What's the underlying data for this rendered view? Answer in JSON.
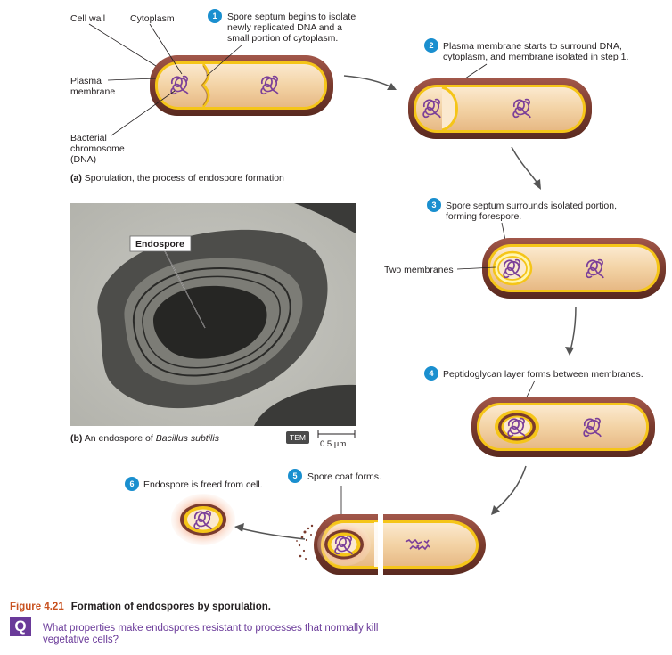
{
  "labels": {
    "cell_wall": "Cell wall",
    "cytoplasm": "Cytoplasm",
    "plasma_membrane_1": "Plasma",
    "plasma_membrane_2": "membrane",
    "chromosome_1": "Bacterial",
    "chromosome_2": "chromosome",
    "chromosome_3": "(DNA)",
    "two_membranes": "Two membranes",
    "endospore": "Endospore"
  },
  "steps": [
    {
      "number": "1",
      "lines": [
        "Spore septum begins to isolate",
        "newly replicated DNA and a",
        "small portion of cytoplasm."
      ]
    },
    {
      "number": "2",
      "lines": [
        "Plasma membrane starts to surround DNA,",
        "cytoplasm, and membrane isolated in step 1."
      ]
    },
    {
      "number": "3",
      "lines": [
        "Spore septum surrounds isolated portion,",
        "forming forespore."
      ]
    },
    {
      "number": "4",
      "lines": [
        "Peptidoglycan layer forms between membranes."
      ]
    },
    {
      "number": "5",
      "lines": [
        "Spore coat forms."
      ]
    },
    {
      "number": "6",
      "lines": [
        "Endospore is freed from cell."
      ]
    }
  ],
  "captions": {
    "a_prefix": "(a)",
    "a_text": " Sporulation, the process of endospore formation",
    "b_prefix": "(b)",
    "b_text": " An endospore of ",
    "b_species": "Bacillus subtilis",
    "tem": "TEM",
    "scale": "0.5 µm"
  },
  "figure": {
    "label": "Figure 4.21",
    "title": "Formation of endospores by sporulation."
  },
  "question": {
    "icon": "Q",
    "text": "What properties make endospores resistant to processes that normally kill vegetative cells?"
  },
  "colors": {
    "wall": "#7a3b2e",
    "membrane": "#f5c518",
    "cytoplasm": "#f6dcb4",
    "dna": "#7b3f99",
    "step_badge": "#1a8fcf",
    "accent": "#c8511f"
  }
}
